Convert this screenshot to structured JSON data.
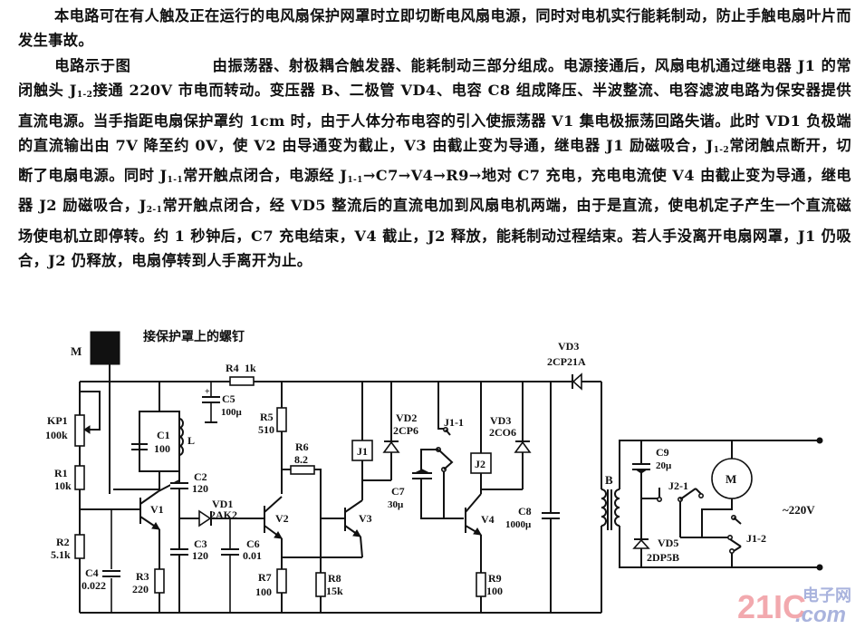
{
  "article": {
    "p1": "本电路可在有人触及正在运行的电风扇保护网罩时立即切断电风扇电源，同时对电机实行能耗制动，防止手触电扇叶片而发生事故。",
    "p2_a": "电路示于图",
    "p2_b": "由振荡器、射极耦合触发器、能耗制动三部分组成。电源接通后，风扇电机通过继电器 J1 的常闭触头 J",
    "p2_b_sub": "1-2",
    "p2_c": "接通 220V 市电而转动。变压器 B、二极管 VD4、电容 C8 组成降压、半波整流、电容滤波电路为保安器提供直流电源。当手指距电扇保护罩约 1cm 时，由于人体分布电容的引入使振荡器 V1 集电极振荡回路失谐。此时 VD1 负极端的直流输出由 7V 降至约 0V，使 V2 由导通变为截止，V3 由截止变为导通，继电器 J1 励磁吸合，J",
    "p2_c_sub": "1-2",
    "p2_d": "常闭触点断开，切断了电扇电源。同时 J",
    "p2_d_sub": "1-1",
    "p2_e": "常开触点闭合，电源经 J",
    "p2_e_sub": "1-1",
    "p2_f": "→C7→V4→R9→地对 C7 充电，充电电流使 V4 由截止变为导通，继电器 J2 励磁吸合，J",
    "p2_f_sub": "2-1",
    "p2_g": "常开触点闭合，经 VD5 整流后的直流电加到风扇电机两端，由于是直流，使电机定子产生一个直流磁场使电机立即停转。约 1 秒钟后，C7 充电结束，V4 截止，J2 释放，能耗制动过程结束。若人手没离开电扇网罩，J1 仍吸合，J2 仍释放，电扇停转到人手离开为止。"
  },
  "schematic": {
    "sensor_label": "M",
    "sensor_note": "接保护罩上的螺钉",
    "components": {
      "KP1": {
        "name": "KP1",
        "value": "100k"
      },
      "R1": {
        "name": "R1",
        "value": "10k"
      },
      "R2": {
        "name": "R2",
        "value": "5.1k"
      },
      "C4": {
        "name": "C4",
        "value": "0.022"
      },
      "C1": {
        "name": "C1",
        "value": "100"
      },
      "L": {
        "name": "L"
      },
      "V1": {
        "name": "V1"
      },
      "R3": {
        "name": "R3",
        "value": "220"
      },
      "C2": {
        "name": "C2",
        "value": "120"
      },
      "C3": {
        "name": "C3",
        "value": "120"
      },
      "VD1": {
        "name": "VD1",
        "value": "2AK2"
      },
      "C6": {
        "name": "C6",
        "value": "0.01"
      },
      "R4": {
        "name": "R4",
        "value": "1k"
      },
      "C5": {
        "name": "C5",
        "value": "100μ",
        "polarity": "+"
      },
      "R5": {
        "name": "R5",
        "value": "510"
      },
      "R6": {
        "name": "R6",
        "value": "8.2"
      },
      "V2": {
        "name": "V2"
      },
      "R7": {
        "name": "R7",
        "value": "100"
      },
      "V3": {
        "name": "V3"
      },
      "R8": {
        "name": "R8",
        "value": "15k"
      },
      "J1": {
        "name": "J1"
      },
      "VD2": {
        "name": "VD2",
        "value": "2CP6"
      },
      "J1_1": {
        "name": "J1-1"
      },
      "C7": {
        "name": "C7",
        "value": "30μ"
      },
      "J2": {
        "name": "J2"
      },
      "VD3a": {
        "name": "VD3",
        "value": "2CO6"
      },
      "V4": {
        "name": "V4"
      },
      "R9": {
        "name": "R9",
        "value": "100"
      },
      "C8": {
        "name": "C8",
        "value": "1000μ"
      },
      "VD3b": {
        "name": "VD3",
        "value": "2CP21A"
      },
      "B": {
        "name": "B"
      },
      "C9": {
        "name": "C9",
        "value": "20μ"
      },
      "J2_1": {
        "name": "J2-1"
      },
      "VD5": {
        "name": "VD5",
        "value": "2DP5B"
      },
      "M": {
        "name": "M"
      },
      "J1_2": {
        "name": "J1-2"
      },
      "mains": {
        "name": "~220V"
      }
    }
  },
  "watermark": {
    "brand": "21IC",
    "cn": "电子网",
    "domain": ".com"
  }
}
